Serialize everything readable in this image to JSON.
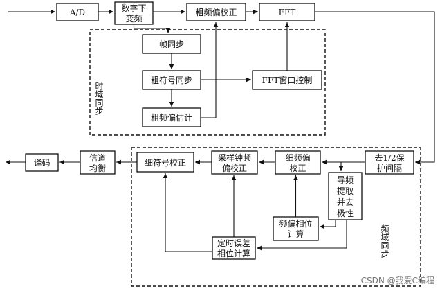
{
  "blocks": {
    "ad": "A/D",
    "ddc": [
      "数字下",
      "变频"
    ],
    "coarse_freq_correct": "粗频偏校正",
    "fft": "FFT",
    "frame_sync": "帧同步",
    "coarse_symbol_sync": "粗符号同步",
    "fft_window_control": "FFT窗口控制",
    "coarse_freq_estimate": "粗频偏估计",
    "remove_guard": [
      "去1/2保",
      "护间隔"
    ],
    "fine_freq_correct": [
      "细频偏",
      "校正"
    ],
    "pilot_extract": [
      "导频",
      "提取",
      "并去",
      "极性"
    ],
    "freq_phase_calc": [
      "频偏相位",
      "计算"
    ],
    "timing_phase_calc": [
      "定时误差",
      "相位计算"
    ],
    "sampling_clock_correct": [
      "采样钟频",
      "偏校正"
    ],
    "fine_symbol_correct": "细符号校正",
    "equalizer": [
      "信道",
      "均衡"
    ],
    "decoder": "译码"
  },
  "regions": {
    "time_sync": "时域同步",
    "freq_sync": "频域同步"
  },
  "watermark": "CSDN @我爱C编程"
}
